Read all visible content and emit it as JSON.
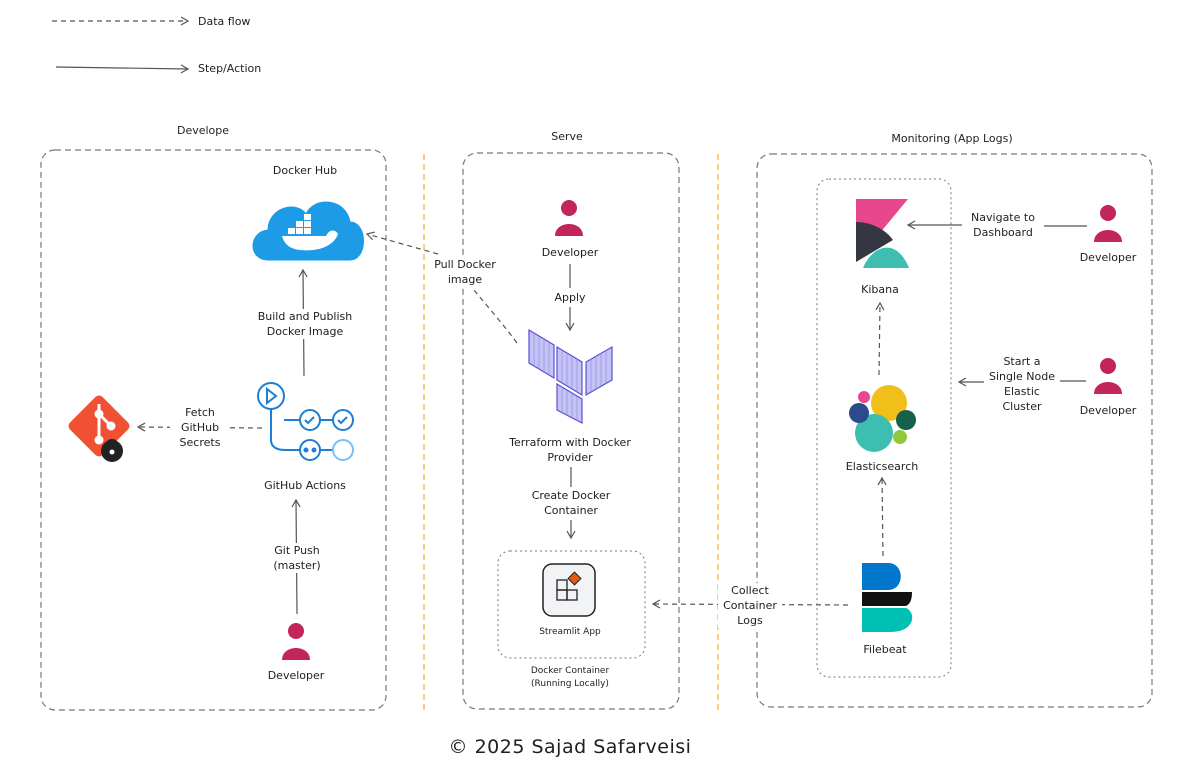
{
  "legend": {
    "data_flow": "Data flow",
    "step_action": "Step/Action"
  },
  "sections": {
    "develop": "Develope",
    "serve": "Serve",
    "monitoring": "Monitoring (App Logs)"
  },
  "develop": {
    "docker_hub": "Docker Hub",
    "build_publish": "Build and Publish\nDocker Image",
    "fetch_secrets": "Fetch\nGitHub\nSecrets",
    "github_actions": "GitHub Actions",
    "git_push": "Git Push\n(master)",
    "developer": "Developer"
  },
  "serve": {
    "developer": "Developer",
    "apply": "Apply",
    "pull_image": "Pull Docker\nimage",
    "terraform": "Terraform with Docker\nProvider",
    "create_container": "Create Docker\nContainer",
    "streamlit": "Streamlit App",
    "docker_container": "Docker Container\n(Running Locally)"
  },
  "monitoring": {
    "navigate": "Navigate to\nDashboard",
    "kibana": "Kibana",
    "developer_1": "Developer",
    "start_cluster": "Start a\nSingle Node\nElastic\nCluster",
    "developer_2": "Developer",
    "elasticsearch": "Elasticsearch",
    "collect_logs": "Collect\nContainer\nLogs",
    "filebeat": "Filebeat"
  },
  "footer": {
    "copyright": "© 2025 Sajad Safarveisi"
  },
  "colors": {
    "developer": "#c2255c",
    "docker": "#1d9be6",
    "git": "#f05133",
    "github_actions": "#1c7ed6",
    "terraform": "#6a5acd",
    "divider": "#f59f00",
    "kibana_pink": "#e8488b",
    "kibana_teal": "#3ebeb0"
  }
}
